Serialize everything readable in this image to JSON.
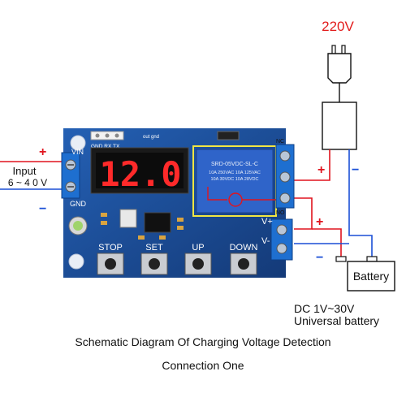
{
  "diagram": {
    "supply_voltage": "220V",
    "input_label": "Input",
    "input_range": "6 ~ 4 0 V",
    "plus": "+",
    "minus": "−",
    "pin_vin": "VIN",
    "pin_gnd": "GND",
    "header_pins": "GND RX TX",
    "header_small": "out  gnd",
    "display_value": "12.0",
    "relay_text": [
      "SRD-05VDC-SL-C",
      "10A 250VAC 10A 125VAC",
      "10A 30VDC 10A 28VDC"
    ],
    "battery_terminal_plus": "V+",
    "battery_terminal_minus": "V-",
    "relay_terminal_labels": [
      "NC",
      "NO"
    ],
    "buttons": [
      "STOP",
      "SET",
      "UP",
      "DOWN"
    ],
    "battery_label": "Battery",
    "battery_spec_line1": "DC 1V~30V",
    "battery_spec_line2": "Universal battery",
    "caption_line1": "Schematic Diagram Of Charging Voltage Detection",
    "caption_line2": "Connection One",
    "colors": {
      "pcb": "#1d4f9c",
      "pcb_dark": "#143a78",
      "terminal": "#1e6fd0",
      "relay": "#2f64c9",
      "display_red": "#ff2a2a",
      "wire_red": "#e0141e",
      "wire_blue": "#1a4fd6",
      "voltage_red": "#e21b1b"
    }
  }
}
